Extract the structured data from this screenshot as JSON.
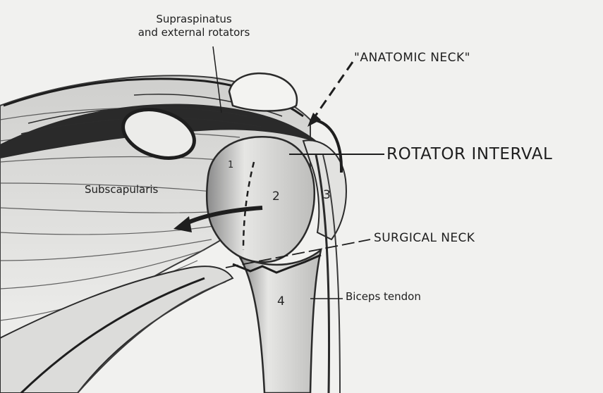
{
  "labels": {
    "supraspinatus_line1": "Supraspinatus",
    "supraspinatus_line2": "and external rotators",
    "anatomic_neck": "\"ANATOMIC NECK\"",
    "rotator_interval": "ROTATOR INTERVAL",
    "subscapularis": "Subscapularis",
    "surgical_neck": "SURGICAL NECK",
    "biceps_tendon": "Biceps tendon"
  },
  "segment_numbers": [
    "1",
    "2",
    "3",
    "4"
  ],
  "colors": {
    "background": "#f1f1ef",
    "ink": "#1e1e1e",
    "shade": "#6b6b6b"
  }
}
